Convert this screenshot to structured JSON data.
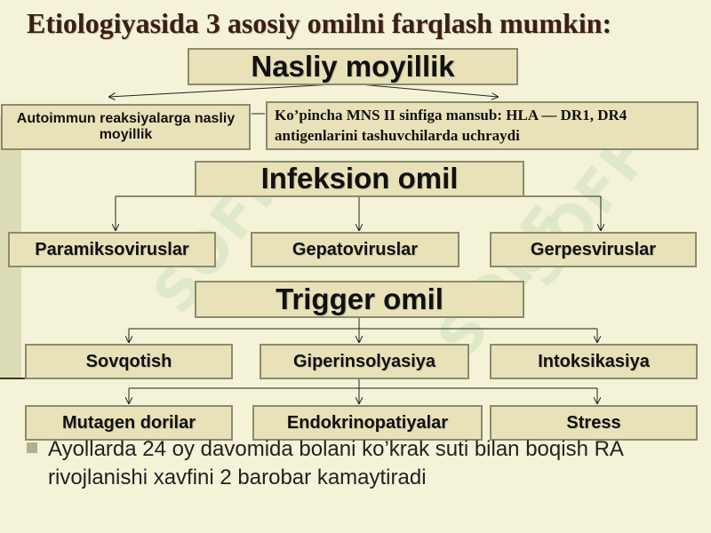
{
  "title": "Etiologiyasida 3 asosiy omilni farqlash mumkin",
  "title_colon": ":",
  "groups": [
    {
      "heading": "Nasliy moyillik",
      "items": [
        "Autoimmun reaksiyalarga nasliy moyillik",
        "Ko’pincha MNS II sinfiga mansub: HLA — DR1, DR4 antigenlarini tashuvchilarda uchraydi"
      ]
    },
    {
      "heading": "Infeksion omil",
      "items": [
        "Paramiksoviruslar",
        "Gepatoviruslar",
        "Gerpesviruslar"
      ]
    },
    {
      "heading": "Trigger omil",
      "items": [
        "Sovqotish",
        "Giperinsolyasiya",
        "Intoksikasiya",
        "Mutagen dorilar",
        "Endokrinopatiyalar",
        "Stress"
      ]
    }
  ],
  "note": "Ayollarda 24 oy davomida bolani ko’krak suti bilan boqish RA rivojlanishi xavfini 2 barobar kamaytiradi",
  "watermark": "SOFF",
  "colors": {
    "background": "#f4f3d8",
    "box_fill": "#e9e2b8",
    "box_border": "#8b8b6e",
    "title": "#3a1f14",
    "watermark": "#d8e6c6"
  }
}
